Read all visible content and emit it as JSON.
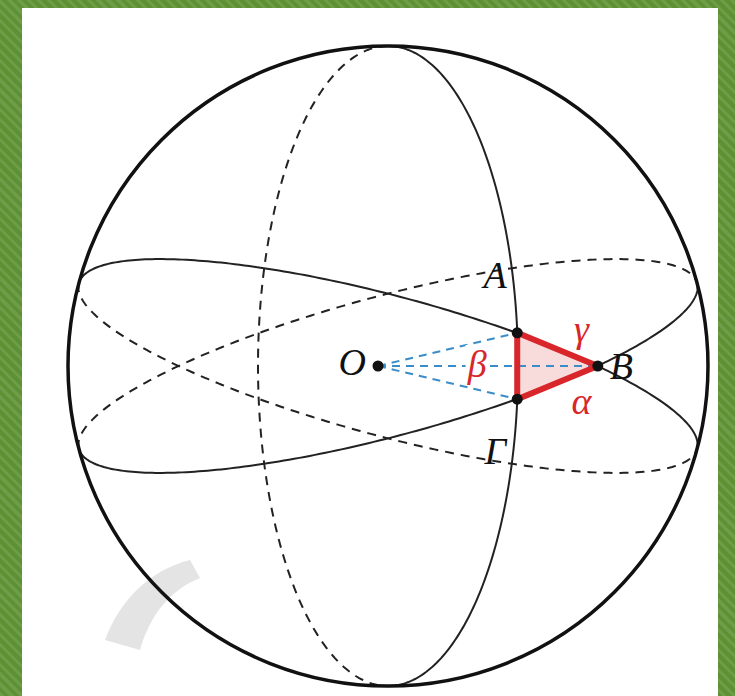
{
  "diagram": {
    "labels": [
      "O",
      "A",
      "B",
      "Γ",
      "α",
      "β",
      "γ"
    ]
  }
}
